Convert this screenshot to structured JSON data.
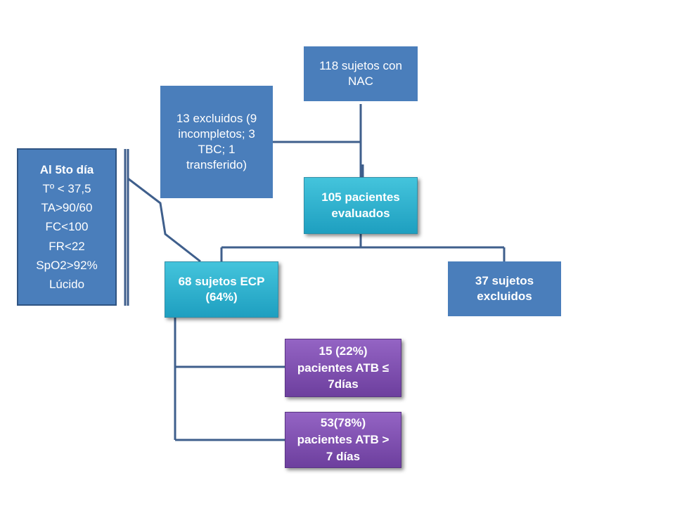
{
  "nodes": {
    "total": "118 sujetos con\nNAC",
    "excluded_initial": "13 excluidos (9\nincompletos; 3\nTBC; 1\ntransferido)",
    "evaluated": "105 pacientes\nevaluados",
    "ecp": "68 sujetos ECP\n(64%)",
    "excluded": "37 sujetos\nexcluidos",
    "atb_short": "15 (22%)\npacientes ATB ≤\n7días",
    "atb_long": "53(78%)\npacientes ATB >\n7 días"
  },
  "criteria": {
    "title": "Al 5to día",
    "lines": [
      "Tº < 37,5",
      "TA>90/60",
      "FC<100",
      "FR<22",
      "SpO2>92%",
      "Lúcido"
    ]
  },
  "colors": {
    "blue_box": "#4a7ebb",
    "cyan_box": "#2cb3d2",
    "purple_box": "#7e4fb0",
    "connector": "#3f5f8c"
  }
}
